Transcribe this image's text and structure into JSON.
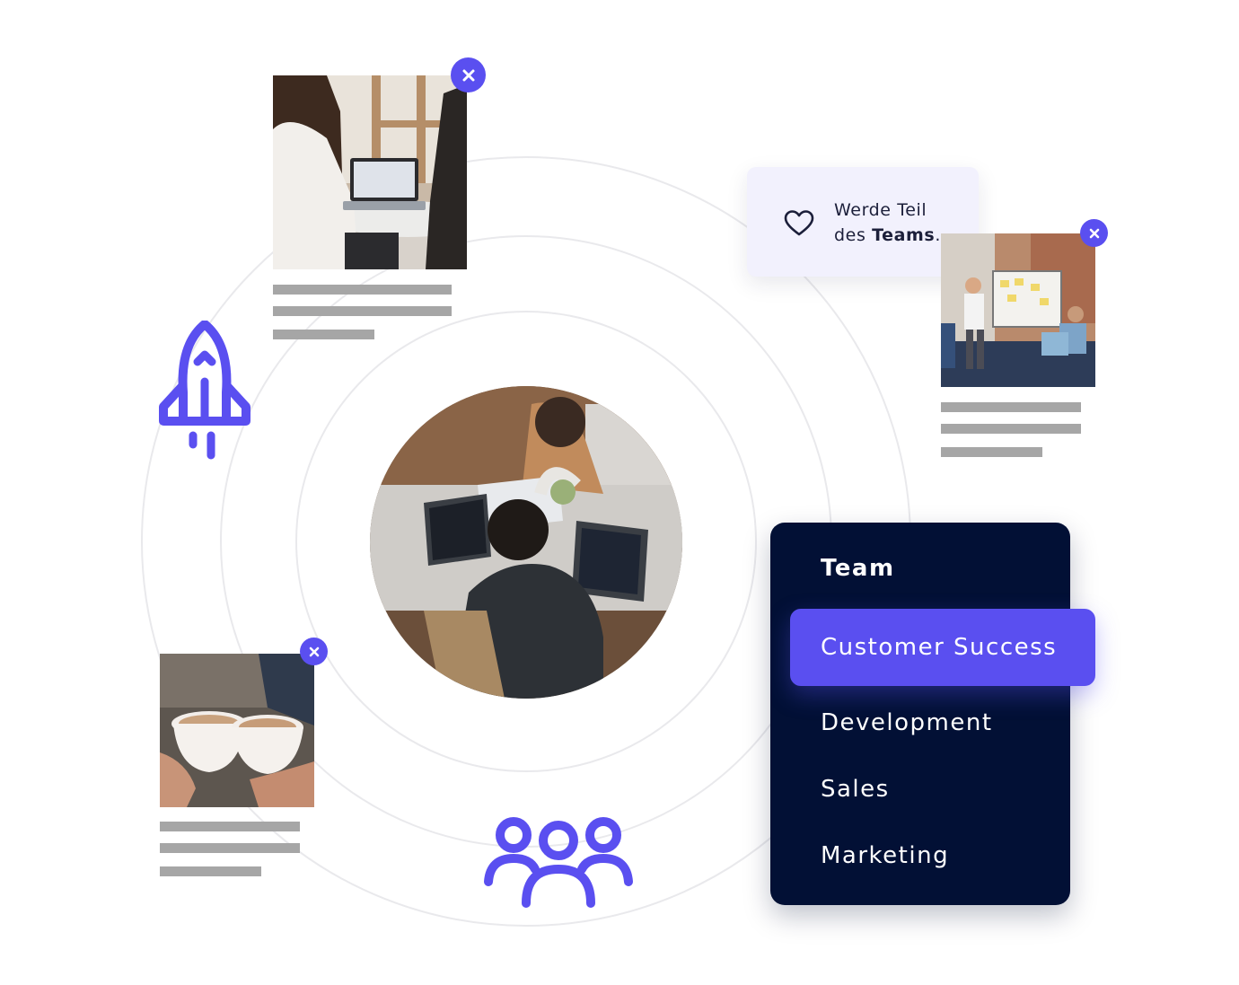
{
  "colors": {
    "accent": "#5a4ff0",
    "menu_background": "#021035",
    "callout_background": "#f2f1fd",
    "placeholder_line": "#a6a6a6"
  },
  "callout": {
    "icon": "heart-icon",
    "line1": "Werde Teil",
    "line2_prefix": "des ",
    "line2_bold": "Teams",
    "line2_suffix": "."
  },
  "menu": {
    "title": "Team",
    "active_item": "Customer Success",
    "items": [
      "Development",
      "Sales",
      "Marketing"
    ]
  },
  "icons": {
    "rocket": "rocket-icon",
    "group": "users-group-icon",
    "close": "close-icon"
  },
  "cards": [
    {
      "image": "two women working at a laptop",
      "lines": 3
    },
    {
      "image": "team meeting at a whiteboard",
      "lines": 3
    },
    {
      "image": "two coffee cups toasting",
      "lines": 3
    }
  ],
  "center_image": "developers working on laptops"
}
